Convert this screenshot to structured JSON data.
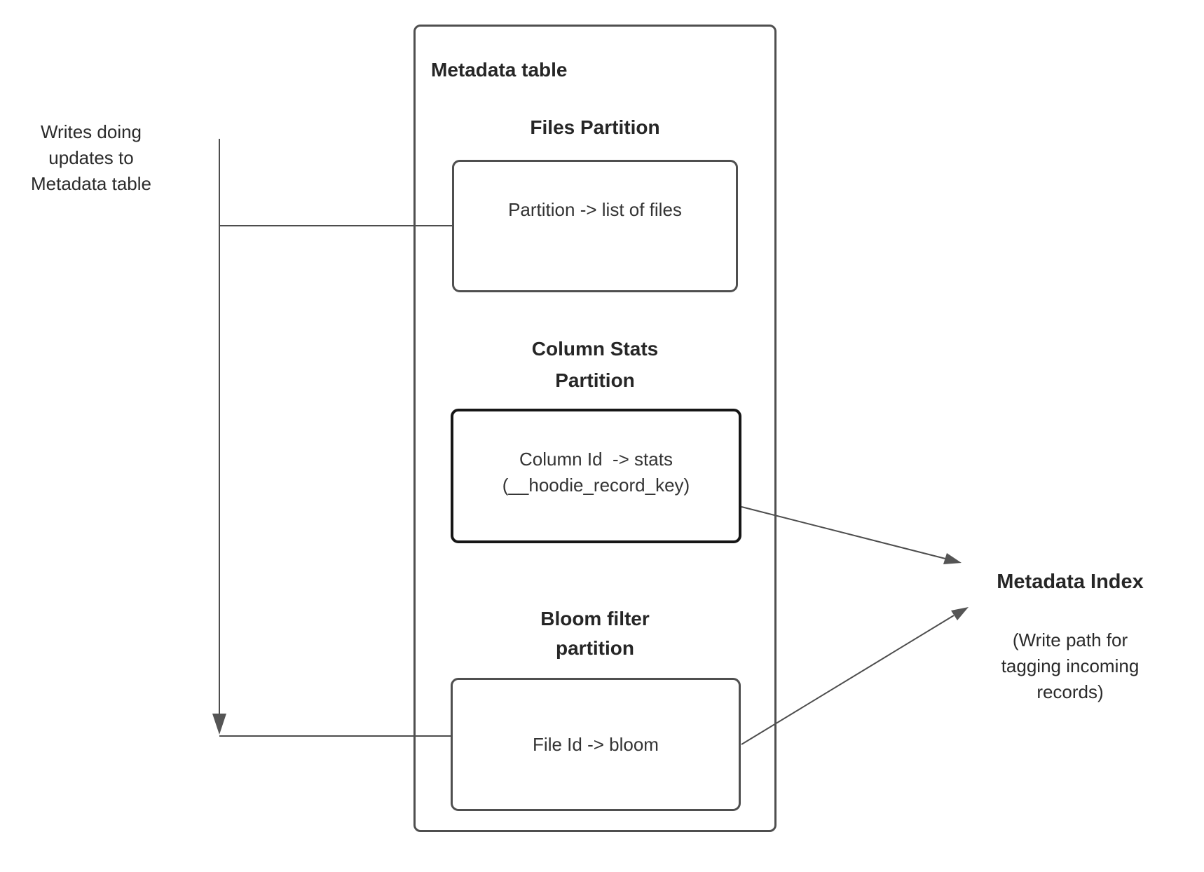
{
  "colors": {
    "line": "#4d4d4d",
    "arrowhead": "#555555",
    "box_border": "#4f4f4f",
    "stats_box_border": "#161616",
    "text": "#262626",
    "background": "#ffffff"
  },
  "writes_note": {
    "text": "Writes doing\nupdates to\nMetadata table"
  },
  "metadata_table": {
    "title": "Metadata table"
  },
  "sections": [
    {
      "heading": "Files Partition",
      "box_text": "Partition -> list of files"
    },
    {
      "heading": "Column Stats\nPartition",
      "box_text": "Column Id  -> stats\n(__hoodie_record_key)"
    },
    {
      "heading": "Bloom filter\npartition",
      "box_text": "File Id -> bloom"
    }
  ],
  "metadata_index": {
    "title": "Metadata Index",
    "subtitle": "(Write path for\ntagging incoming\nrecords)"
  }
}
